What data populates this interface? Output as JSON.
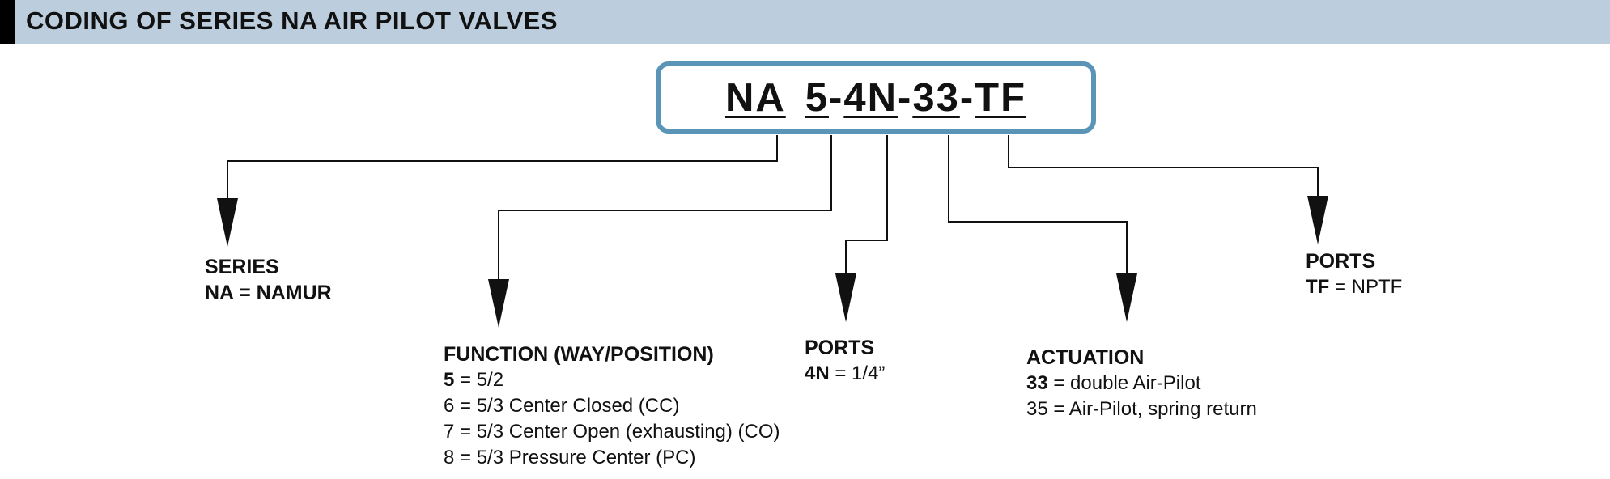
{
  "header": {
    "title": "CODING OF SERIES NA AIR PILOT VALVES"
  },
  "code": {
    "parts": [
      "NA",
      "5",
      "4N",
      "33",
      "TF"
    ],
    "separators": [
      "-",
      "-",
      "-"
    ]
  },
  "blocks": {
    "series": {
      "title": "SERIES",
      "lines": [
        {
          "code": "",
          "text": "NA = NAMUR"
        }
      ]
    },
    "function": {
      "title": "FUNCTION (WAY/POSITION)",
      "lines": [
        {
          "code": "5",
          "text": " = 5/2"
        },
        {
          "code": "",
          "text": "6 = 5/3 Center Closed (CC)"
        },
        {
          "code": "",
          "text": "7 = 5/3 Center Open (exhausting) (CO)"
        },
        {
          "code": "",
          "text": "8 = 5/3 Pressure Center (PC)"
        }
      ]
    },
    "ports_size": {
      "title": "PORTS",
      "lines": [
        {
          "code": "4N",
          "text": " = 1/4”"
        }
      ]
    },
    "actuation": {
      "title": "ACTUATION",
      "lines": [
        {
          "code": "33",
          "text": " = double Air-Pilot"
        },
        {
          "code": "",
          "text": "35 = Air-Pilot, spring return"
        }
      ]
    },
    "ports_thread": {
      "title": "PORTS",
      "lines": [
        {
          "code": "TF",
          "text": " = NPTF"
        }
      ]
    }
  }
}
